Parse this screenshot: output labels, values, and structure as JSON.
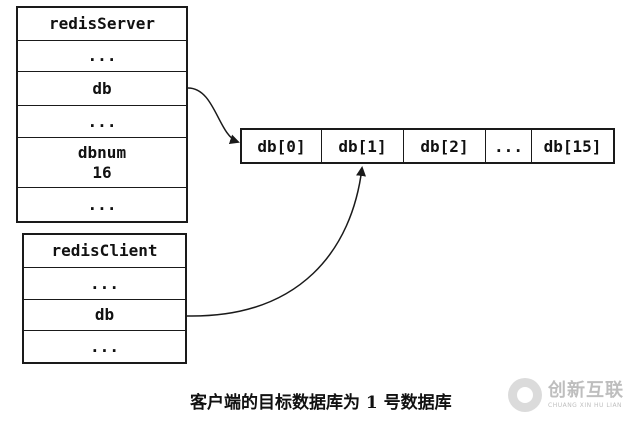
{
  "server": {
    "title": "redisServer",
    "rows": [
      "...",
      "db",
      "...",
      "dbnum\n16",
      "..."
    ]
  },
  "client": {
    "title": "redisClient",
    "rows": [
      "...",
      "db",
      "..."
    ]
  },
  "db_array": [
    "db[0]",
    "db[1]",
    "db[2]",
    "...",
    "db[15]"
  ],
  "caption": "客户端的目标数据库为 1 号数据库",
  "watermark": {
    "main": "创新互联",
    "sub": "CHUANG XIN HU LIAN"
  }
}
